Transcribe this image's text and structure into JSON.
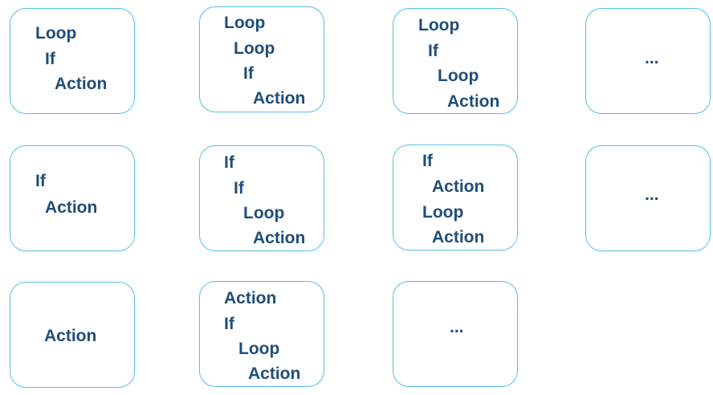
{
  "colors": {
    "card_border": "#52c0e4",
    "text": "#1f4e79",
    "background": "#ffffff"
  },
  "cards": [
    {
      "lines": [
        "Loop",
        "If",
        "Action"
      ]
    },
    {
      "lines": [
        "Loop",
        "Loop",
        "If",
        "Action"
      ]
    },
    {
      "lines": [
        "Loop",
        "If",
        "Loop",
        "Action"
      ]
    },
    {
      "lines": [
        "..."
      ]
    },
    {
      "lines": [
        "If",
        "Action"
      ]
    },
    {
      "lines": [
        "If",
        "If",
        "Loop",
        "Action"
      ]
    },
    {
      "lines": [
        "If",
        "Action",
        "Loop",
        "Action"
      ]
    },
    {
      "lines": [
        "..."
      ]
    },
    {
      "lines": [
        "Action"
      ]
    },
    {
      "lines": [
        "Action",
        "If",
        "Loop",
        "Action"
      ]
    },
    {
      "lines": [
        "..."
      ]
    }
  ]
}
